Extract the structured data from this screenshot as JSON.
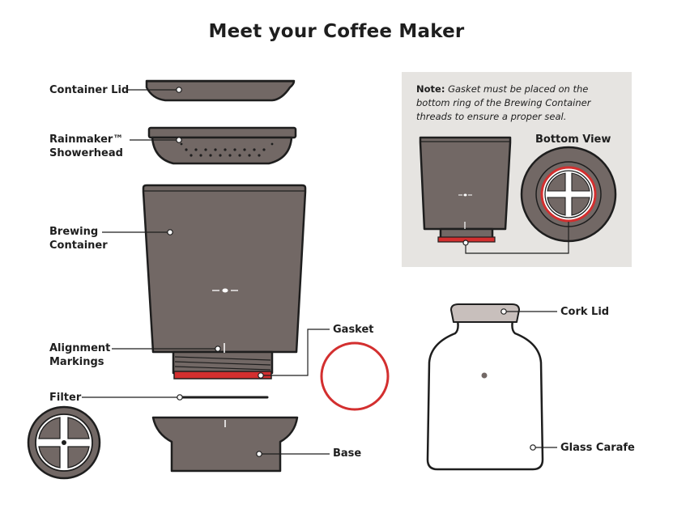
{
  "title": "Meet your Coffee Maker",
  "labels": {
    "container_lid": "Container Lid",
    "rainmaker_line1": "Rainmaker™",
    "rainmaker_line2": "Showerhead",
    "brewing_line1": "Brewing",
    "brewing_line2": "Container",
    "alignment_line1": "Alignment",
    "alignment_line2": "Markings",
    "filter": "Filter",
    "gasket": "Gasket",
    "base": "Base",
    "cork_lid": "Cork Lid",
    "glass_carafe": "Glass Carafe"
  },
  "note": {
    "prefix": "Note:",
    "text": "Gasket must be placed on the bottom ring of the Brewing Container threads to ensure a proper seal.",
    "bottom_view": "Bottom View"
  },
  "colors": {
    "body": "#726865",
    "outline": "#1e1e1e",
    "gasket": "#d32f2f",
    "cork": "#c8bfbc",
    "note_bg": "#e6e4e1"
  }
}
